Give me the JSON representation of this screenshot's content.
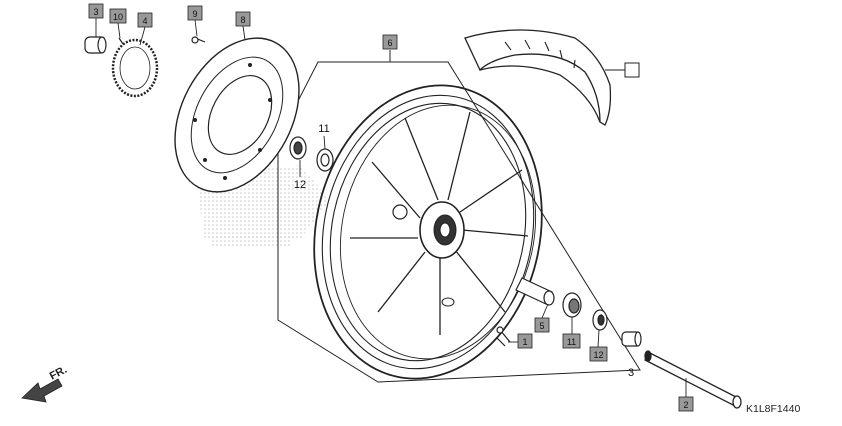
{
  "diagram": {
    "code": "K1L8F1440",
    "direction_label": "FR."
  },
  "callouts": [
    {
      "id": "c3",
      "label": "3"
    },
    {
      "id": "c10",
      "label": "10"
    },
    {
      "id": "c4",
      "label": "4"
    },
    {
      "id": "c9",
      "label": "9"
    },
    {
      "id": "c8",
      "label": "8"
    },
    {
      "id": "c6",
      "label": "6"
    },
    {
      "id": "c-tire",
      "label": ""
    },
    {
      "id": "c11a",
      "label": "11"
    },
    {
      "id": "c12a",
      "label": "12"
    },
    {
      "id": "c5",
      "label": "5"
    },
    {
      "id": "c1",
      "label": "1"
    },
    {
      "id": "c11b",
      "label": "11"
    },
    {
      "id": "c12b",
      "label": "12"
    },
    {
      "id": "c3b",
      "label": "3"
    },
    {
      "id": "c2",
      "label": "2"
    }
  ]
}
